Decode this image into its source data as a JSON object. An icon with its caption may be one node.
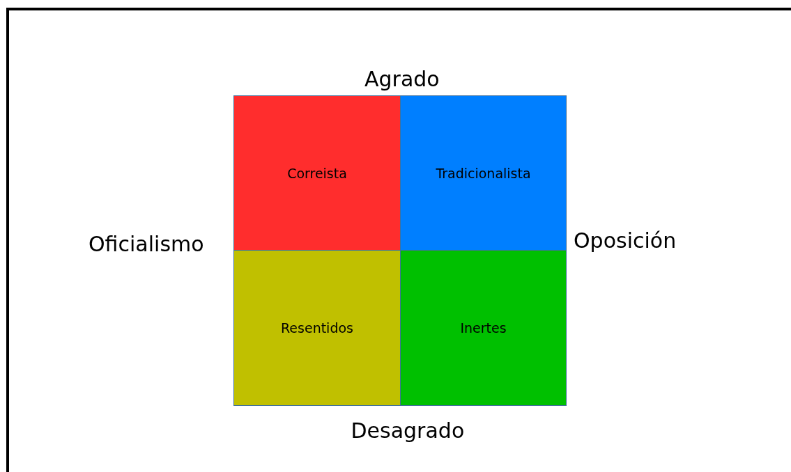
{
  "diagram": {
    "nodes": [
      {
        "text": [
          "Correista"
        ]
      },
      {
        "text": [
          "Tradicionalista"
        ]
      },
      {
        "text": [
          "Resentidos"
        ]
      },
      {
        "text": [
          "Inertes"
        ]
      }
    ],
    "labels": [
      "Agrado",
      "Oficialismo",
      "Oposición",
      "Desagrado"
    ]
  }
}
